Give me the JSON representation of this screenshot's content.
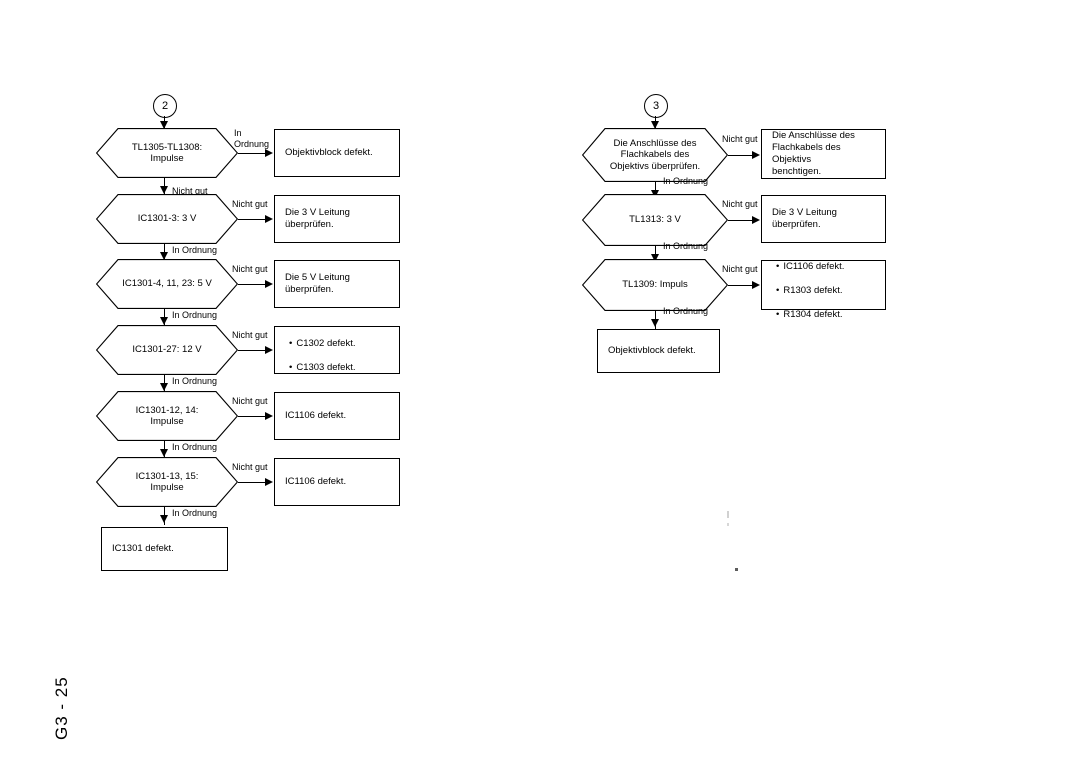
{
  "page": {
    "number_label": "G3 - 25",
    "background_color": "#ffffff",
    "ink_color": "#000000"
  },
  "columns": [
    {
      "id": "left",
      "entry_marker": "2",
      "steps": [
        {
          "decision": "TL1305-TL1308: Impulse",
          "branch_label": "In\nOrdnung",
          "branch_result": "Objektivblock defekt.",
          "next_label": "Nicht gut"
        },
        {
          "decision": "IC1301-3: 3 V",
          "branch_label": "Nicht gut",
          "branch_result": "Die 3 V Leitung\nüberprüfen.",
          "next_label": "In Ordnung"
        },
        {
          "decision": "IC1301-4, 11, 23: 5 V",
          "branch_label": "Nicht gut",
          "branch_result": "Die 5 V Leitung\nüberprüfen.",
          "next_label": "In Ordnung"
        },
        {
          "decision": "IC1301-27: 12 V",
          "branch_label": "Nicht gut",
          "branch_bullets": [
            "C1302 defekt.",
            "C1303 defekt."
          ],
          "next_label": "In Ordnung"
        },
        {
          "decision": "IC1301-12, 14: Impulse",
          "branch_label": "Nicht gut",
          "branch_result": "IC1106 defekt.",
          "next_label": "In Ordnung"
        },
        {
          "decision": "IC1301-13, 15: Impulse",
          "branch_label": "Nicht gut",
          "branch_result": "IC1106 defekt.",
          "next_label": "In Ordnung"
        }
      ],
      "terminal": "IC1301 defekt."
    },
    {
      "id": "right",
      "entry_marker": "3",
      "steps": [
        {
          "decision": "Die Anschlüsse des\nFlachkabels des\nObjektivs überprüfen.",
          "branch_label": "Nicht gut",
          "branch_result": "Die Anschlüsse des\nFlachkabels des Objektivs\nbenchtigen.",
          "next_label": "In Ordnung"
        },
        {
          "decision": "TL1313: 3 V",
          "branch_label": "Nicht gut",
          "branch_result": "Die 3 V Leitung\nüberprüfen.",
          "next_label": "In Ordnung"
        },
        {
          "decision": "TL1309: Impuls",
          "branch_label": "Nicht gut",
          "branch_bullets": [
            "IC1106 defekt.",
            "R1303 defekt.",
            "R1304 defekt."
          ],
          "next_label": "In Ordnung"
        }
      ],
      "terminal": "Objektivblock defekt."
    }
  ]
}
